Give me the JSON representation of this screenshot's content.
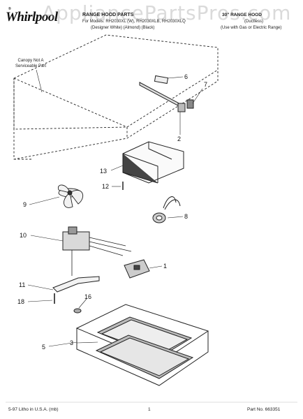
{
  "brand": {
    "name": "Whirlpool",
    "trademark": "®"
  },
  "watermark": "AppliancePartsPros.com",
  "header": {
    "line1": "RANGE HOOD PARTS",
    "line2": "For Models: RH2030XL (W), RH2030XLB, RH2030XLQ",
    "line3": "(Designer White)    (Almond)    (Black)",
    "right1": "30\" RANGE HOOD",
    "right2": "(Ductless)",
    "right3": "(Use with Gas or Electric Range)"
  },
  "callout_canopy": "Canopy Not A\nServiceable Part",
  "part_numbers": [
    "6",
    "7",
    "2",
    "13",
    "12",
    "9",
    "8",
    "10",
    "1",
    "11",
    "18",
    "16",
    "5",
    "3"
  ],
  "footer": {
    "left": "5-97 Litho in U.S.A. (mb)",
    "page": "1",
    "right": "Part No. 663351"
  }
}
